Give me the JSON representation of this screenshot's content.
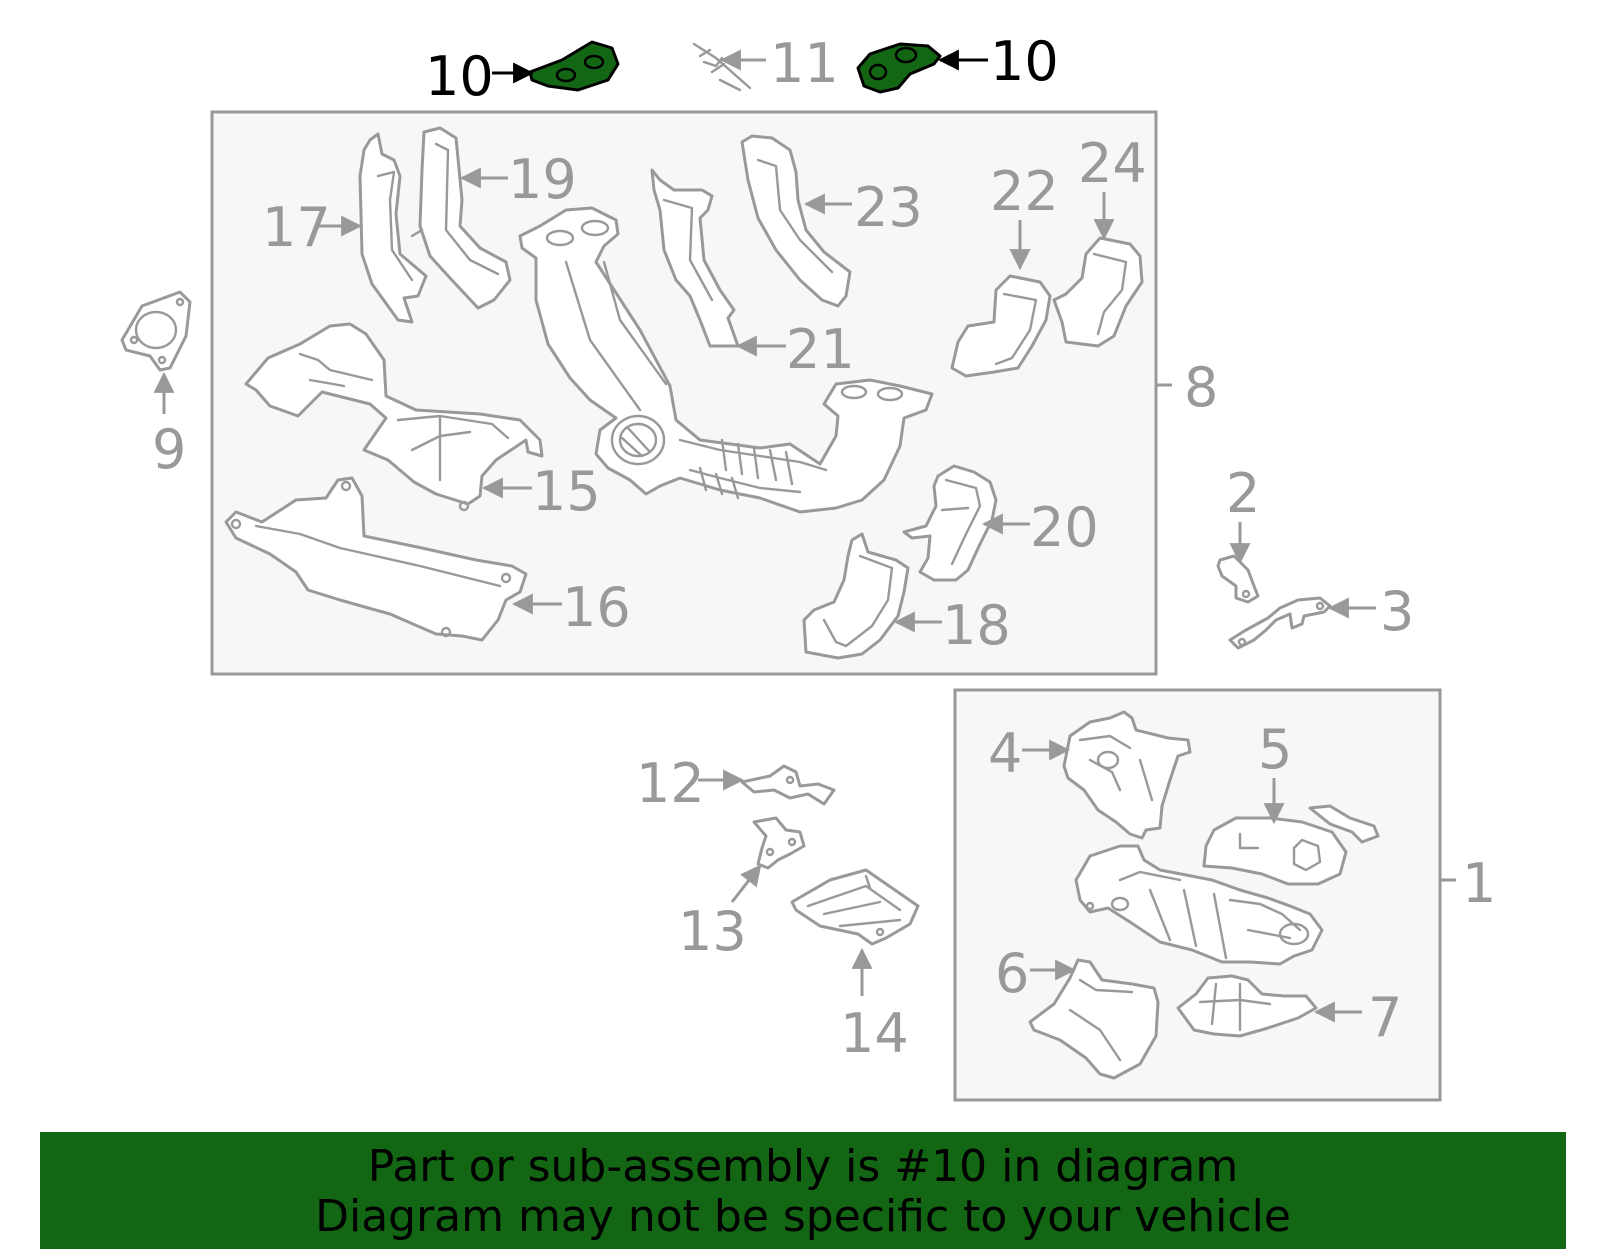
{
  "highlight_color": "#136613",
  "label_color": "#999999",
  "callouts": {
    "c1": "1",
    "c2": "2",
    "c3": "3",
    "c4": "4",
    "c5": "5",
    "c6": "6",
    "c7": "7",
    "c8": "8",
    "c9": "9",
    "c10a": "10",
    "c10b": "10",
    "c11": "11",
    "c12": "12",
    "c13": "13",
    "c14": "14",
    "c15": "15",
    "c16": "16",
    "c17": "17",
    "c18": "18",
    "c19": "19",
    "c20": "20",
    "c21": "21",
    "c22": "22",
    "c23": "23",
    "c24": "24"
  },
  "highlighted_part": "10",
  "banner": {
    "line1": "Part or sub-assembly is #10 in diagram",
    "line2": "Diagram may not be specific to your vehicle"
  }
}
